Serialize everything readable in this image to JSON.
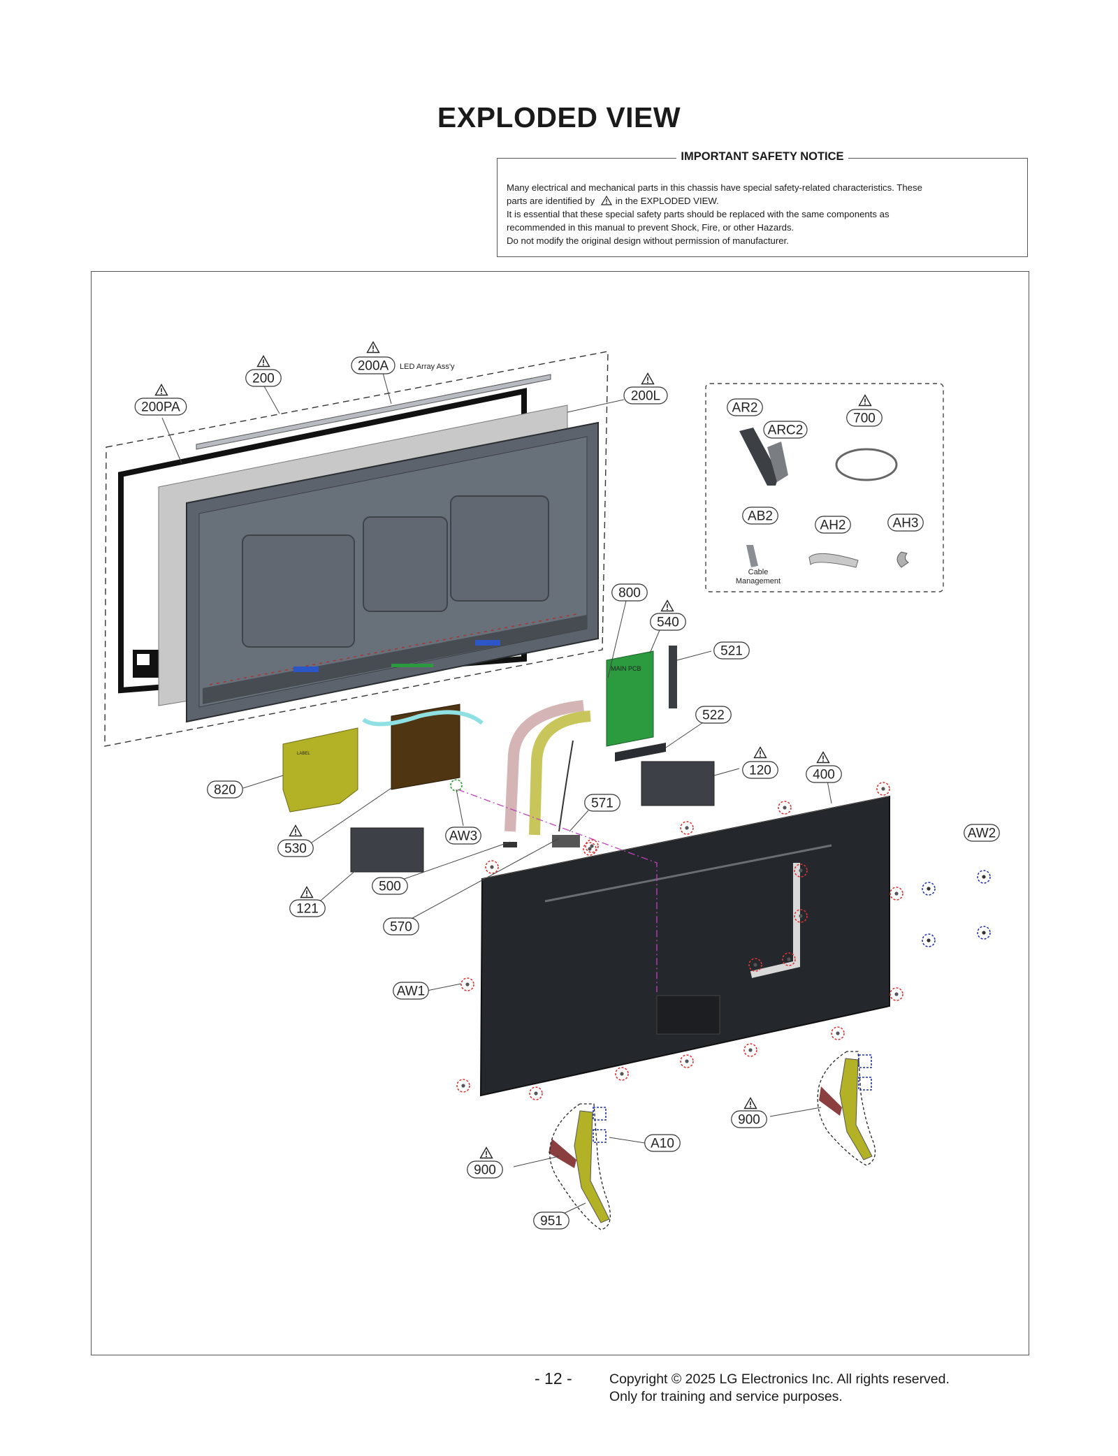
{
  "page": {
    "title": "EXPLODED VIEW",
    "page_number": "- 12 -",
    "copyright_line1": "Copyright © 2025 LG Electronics Inc. All rights reserved.",
    "copyright_line2": "Only for training and service purposes."
  },
  "notice": {
    "title": "IMPORTANT SAFETY NOTICE",
    "line1": "Many electrical and mechanical parts in this chassis have special safety-related characteristics. These",
    "line2a": "parts are identified by",
    "line2b": "in the EXPLODED VIEW.",
    "line3": "It is essential that these special safety parts should be replaced with the same components as",
    "line4": "recommended in this manual to prevent Shock, Fire, or other Hazards.",
    "line5": "Do not modify the original design without permission of manufacturer."
  },
  "diagram": {
    "led_array_caption": "LED Array Ass'y",
    "cable_management_line1": "Cable",
    "cable_management_line2": "Management",
    "board_text_main": "MAIN PCB",
    "colors": {
      "warning_yellow": "#c8c83a",
      "panel_dark": "#2b2e33",
      "pcb_green": "#2c9a3f",
      "red_marker": "#d33",
      "blue_marker": "#2233aa"
    },
    "labels": {
      "200PA": "200PA",
      "200": "200",
      "200A": "200A",
      "200L": "200L",
      "AR2": "AR2",
      "ARC2": "ARC2",
      "700": "700",
      "AB2": "AB2",
      "AH2": "AH2",
      "AH3": "AH3",
      "800": "800",
      "540": "540",
      "521": "521",
      "522": "522",
      "120": "120",
      "400": "400",
      "820": "820",
      "530": "530",
      "AW3": "AW3",
      "571": "571",
      "AW2": "AW2",
      "121": "121",
      "500": "500",
      "570": "570",
      "AW1": "AW1",
      "A10": "A10",
      "900_right": "900",
      "900_left": "900",
      "951": "951"
    }
  }
}
